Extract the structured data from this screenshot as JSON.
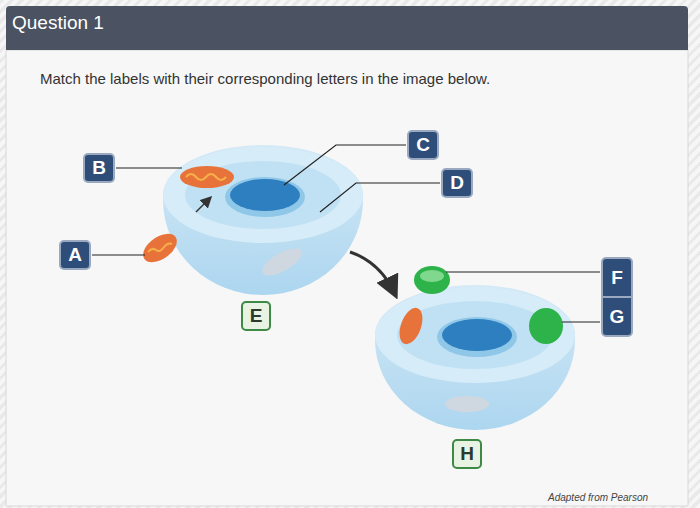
{
  "diagram": {
    "title": "Question 1",
    "nodes": [
      {
        "text": [
          "C"
        ]
      },
      {
        "text": [
          "B"
        ]
      },
      {
        "text": [
          "D"
        ]
      },
      {
        "text": [
          "A"
        ]
      },
      {
        "text": [
          "F",
          "G"
        ]
      },
      {
        "text": [
          "E"
        ]
      },
      {
        "text": [
          "H"
        ]
      }
    ],
    "labels": [
      "Match the labels with their corresponding letters in the image below.",
      "Adapted from Pearson"
    ]
  }
}
